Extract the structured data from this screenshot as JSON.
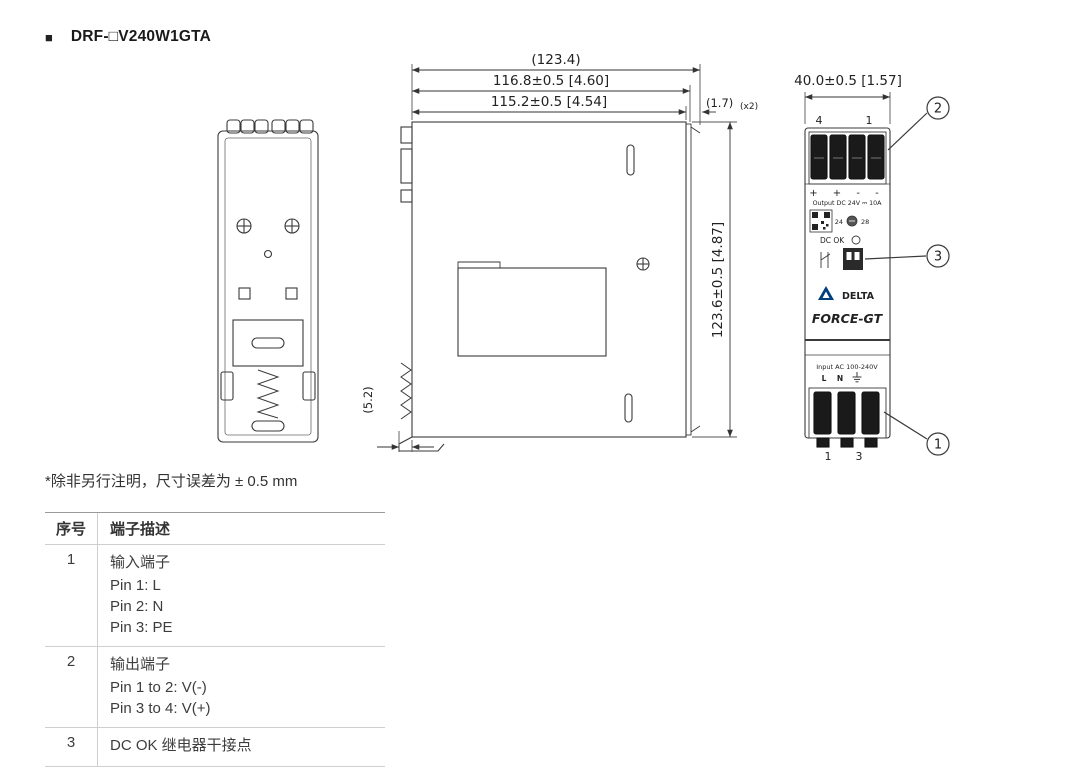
{
  "page": {
    "bullet": "■",
    "title": "DRF-□V240W1GTA",
    "note": "*除非另行注明，尺寸误差为 ± 0.5 mm"
  },
  "dims": {
    "overall_depth": "(123.4)",
    "depth1": "116.8±0.5  [4.60]",
    "depth2": "115.2±0.5  [4.54]",
    "flange": "(1.7)",
    "flange_count": "(x2)",
    "height": "123.6±0.5  [4.87]",
    "rail_offset": "(5.2)",
    "width": "40.0±0.5  [1.57]"
  },
  "front": {
    "top_pin_left": "4",
    "top_pin_right": "1",
    "polarity": "+ + - -",
    "output": "Output DC 24V ⎓ 10A",
    "adj_min": "24",
    "adj_max": "28",
    "dc_ok": "DC OK",
    "brand": "DELTA",
    "series": "FORCE-GT",
    "input": "Input AC 100-240V",
    "pin_l": "L",
    "pin_n": "N",
    "bottom_pin_left": "1",
    "bottom_pin_right": "3"
  },
  "callouts": {
    "c1": "1",
    "c2": "2",
    "c3": "3"
  },
  "table": {
    "headers": [
      "序号",
      "端子描述"
    ],
    "rows": [
      {
        "no": "1",
        "title": "输入端子",
        "lines": [
          "Pin 1: L",
          "Pin 2: N",
          "Pin 3: PE"
        ]
      },
      {
        "no": "2",
        "title": "输出端子",
        "lines": [
          "Pin 1 to 2: V(-)",
          "Pin 3 to 4: V(+)"
        ]
      },
      {
        "no": "3",
        "title": "DC OK 继电器干接点",
        "lines": []
      }
    ]
  }
}
